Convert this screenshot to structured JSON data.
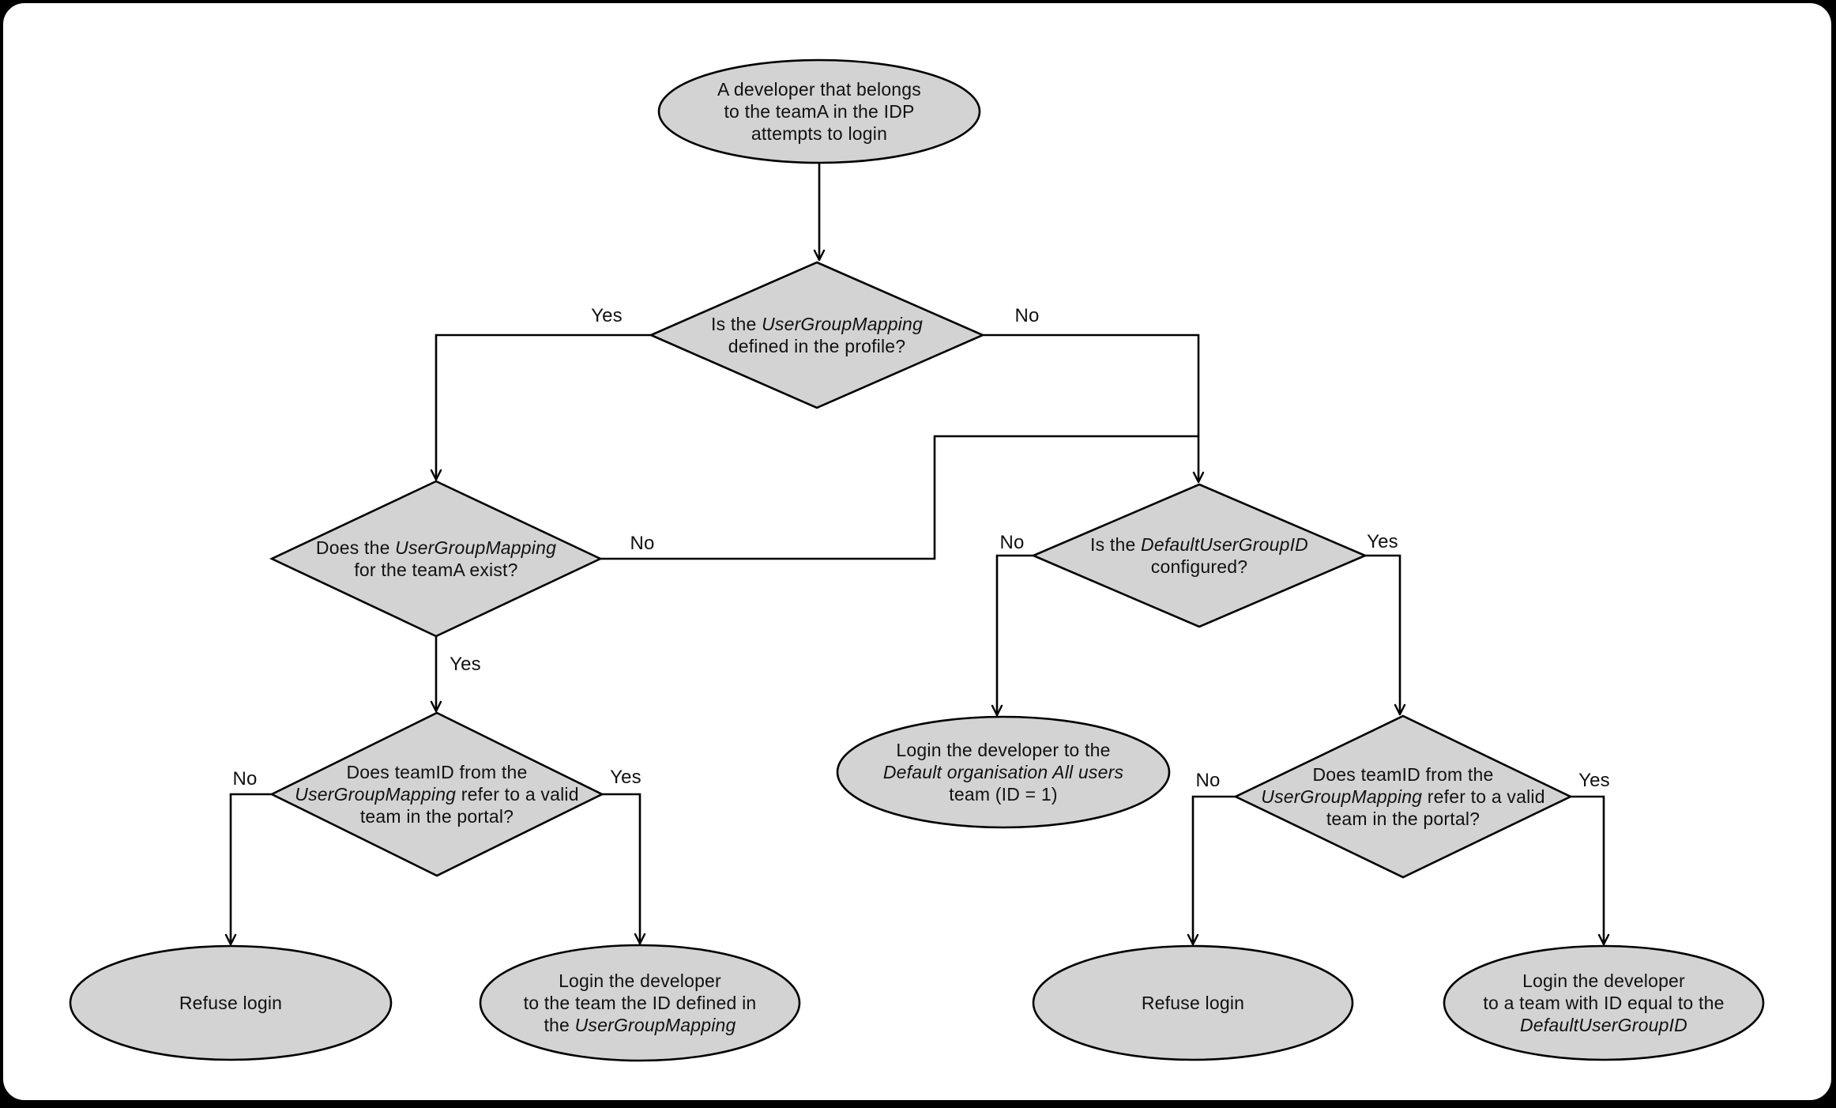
{
  "diagram": {
    "page_bg": "#000000",
    "canvas_fill": "#ffffff",
    "node_fill": "#d3d3d3",
    "node_stroke": "#000000",
    "edge_stroke": "#000000"
  },
  "nodes": {
    "start": {
      "l1": "A developer that belongs",
      "l2": "to the teamA in the IDP",
      "l3": "attempts to login"
    },
    "d1": {
      "l1_pre": "Is the ",
      "l1_em": "UserGroupMapping",
      "l2": "defined in the profile?"
    },
    "d2": {
      "l1_pre": "Does the ",
      "l1_em": "UserGroupMapping",
      "l2": "for the teamA exist?"
    },
    "d3": {
      "l1_pre": "Is the ",
      "l1_em": "DefaultUserGroupID",
      "l2": "configured?"
    },
    "d4": {
      "l1": "Does teamID from the",
      "l2_em": "UserGroupMapping",
      "l2_post": " refer to a valid",
      "l3": "team in the portal?"
    },
    "d5": {
      "l1": "Does teamID from the",
      "l2_em": "UserGroupMapping",
      "l2_post": " refer to a valid",
      "l3": "team in the portal?"
    },
    "mid": {
      "l1": "Login the developer to the",
      "l2_em": "Default organisation All users",
      "l3": "team (ID = 1)"
    },
    "refuse_left": {
      "l1": "Refuse login"
    },
    "login_mapping": {
      "l1": "Login the developer",
      "l2": "to the team the ID defined in",
      "l3_pre": "the ",
      "l3_em": "UserGroupMapping"
    },
    "refuse_right": {
      "l1": "Refuse login"
    },
    "login_default": {
      "l1": "Login the developer",
      "l2": "to a team with ID equal to the",
      "l3_em": "DefaultUserGroupID"
    }
  },
  "labels": {
    "d1_yes": "Yes",
    "d1_no": "No",
    "d2_yes": "Yes",
    "d2_no": "No",
    "d3_no": "No",
    "d3_yes": "Yes",
    "d4_no": "No",
    "d4_yes": "Yes",
    "d5_no": "No",
    "d5_yes": "Yes"
  }
}
